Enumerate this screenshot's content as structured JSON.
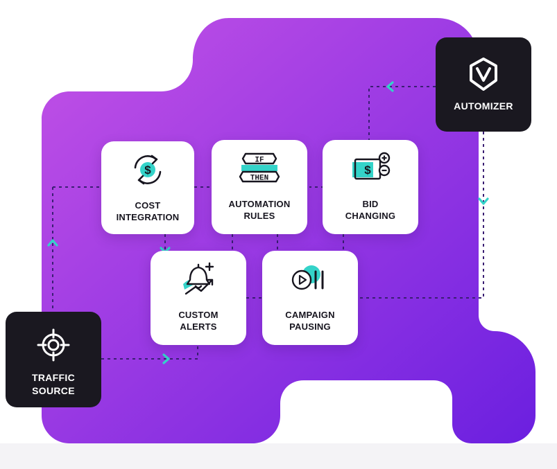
{
  "colors": {
    "gradient_start": "#c452e6",
    "gradient_end": "#6b1fe0",
    "accent": "#34d3c9",
    "dark_box": "#1a1820",
    "card": "#ffffff",
    "connector": "#3a1e73"
  },
  "automizer": {
    "label": "AUTOMIZER",
    "icon": "automizer-logo-icon"
  },
  "traffic_source": {
    "label": "TRAFFIC\nSOURCE",
    "icon": "crosshair-icon"
  },
  "cards": {
    "cost_integration": {
      "label": "COST\nINTEGRATION",
      "icon": "dollar-refresh-icon"
    },
    "automation_rules": {
      "label": "AUTOMATION\nRULES",
      "icon": "if-then-icon",
      "if_text": "IF",
      "then_text": "THEN"
    },
    "bid_changing": {
      "label": "BID\nCHANGING",
      "icon": "bid-plus-minus-icon"
    },
    "custom_alerts": {
      "label": "CUSTOM\nALERTS",
      "icon": "bell-trend-icon"
    },
    "campaign_pausing": {
      "label": "CAMPAIGN\nPAUSING",
      "icon": "play-pause-icon"
    }
  }
}
